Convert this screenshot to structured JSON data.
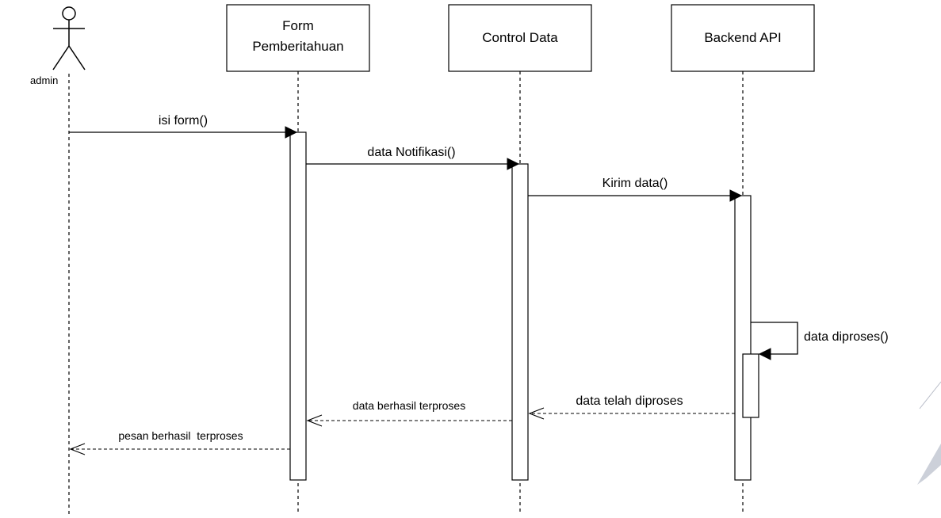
{
  "actor": {
    "label": "admin"
  },
  "participants": [
    {
      "id": "form",
      "lines": [
        "Form",
        "Pemberitahuan"
      ]
    },
    {
      "id": "control",
      "lines": [
        "Control Data"
      ]
    },
    {
      "id": "backend",
      "lines": [
        "Backend API"
      ]
    }
  ],
  "messages": {
    "isi_form": "isi form()",
    "data_notifikasi": "data Notifikasi()",
    "kirim_data": "Kirim data()",
    "data_diproses": "data diproses()",
    "data_telah_diproses": "data telah diproses",
    "data_berhasil_terproses": "data berhasil terproses",
    "pesan_berhasil_terproses": "pesan berhasil  terproses"
  }
}
